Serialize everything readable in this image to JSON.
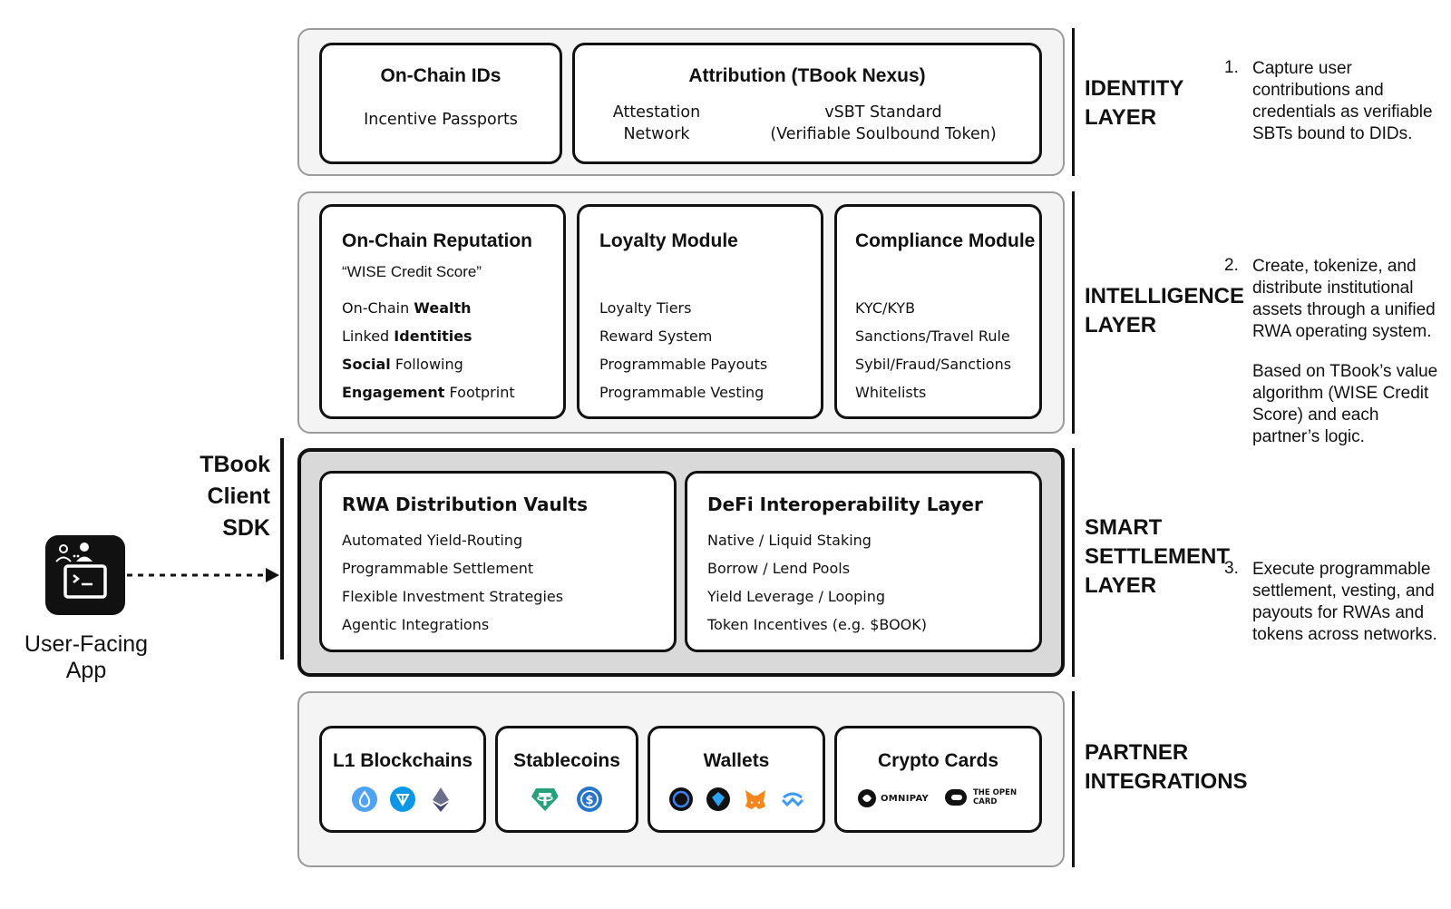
{
  "sdk": {
    "title_line1": "TBook",
    "title_line2": "Client SDK"
  },
  "app": {
    "label": "User-Facing App"
  },
  "identity": {
    "label_line1": "IDENTITY",
    "label_line2": "LAYER",
    "onchain_ids": {
      "title": "On-Chain IDs",
      "subtitle": "Incentive Passports"
    },
    "attribution": {
      "title": "Attribution (TBook Nexus)",
      "col1_line1": "Attestation",
      "col1_line2": "Network",
      "col2_line1": "vSBT Standard",
      "col2_line2": "(Verifiable Soulbound Token)"
    }
  },
  "intelligence": {
    "label_line1": "INTELLIGENCE",
    "label_line2": "LAYER",
    "reputation": {
      "title": "On-Chain Reputation",
      "subtitle": "“WISE Credit Score”",
      "items": [
        {
          "pre": "On-Chain ",
          "bold": "Wealth",
          "post": ""
        },
        {
          "pre": "Linked ",
          "bold": "Identities",
          "post": ""
        },
        {
          "pre": "",
          "bold": "Social",
          "post": " Following"
        },
        {
          "pre": "",
          "bold": "Engagement",
          "post": " Footprint"
        }
      ]
    },
    "loyalty": {
      "title": "Loyalty Module",
      "items": [
        "Loyalty Tiers",
        "Reward System",
        "Programmable Payouts",
        "Programmable Vesting"
      ]
    },
    "compliance": {
      "title": "Compliance Module",
      "items": [
        "KYC/KYB",
        "Sanctions/Travel Rule",
        "Sybil/Fraud/Sanctions",
        "Whitelists"
      ]
    }
  },
  "settlement": {
    "label_line1": "SMART",
    "label_line2": "SETTLEMENT",
    "label_line3": "LAYER",
    "rwa": {
      "title": "RWA Distribution Vaults",
      "items": [
        "Automated Yield-Routing",
        "Programmable Settlement",
        "Flexible Investment Strategies",
        "Agentic Integrations"
      ]
    },
    "defi": {
      "title": "DeFi Interoperability Layer",
      "items": [
        "Native / Liquid Staking",
        "Borrow / Lend Pools",
        "Yield Leverage / Looping",
        "Token Incentives (e.g. $BOOK)"
      ]
    }
  },
  "partners": {
    "label_line1": "PARTNER",
    "label_line2": "INTEGRATIONS",
    "l1": {
      "title": "L1 Blockchains",
      "icons": [
        "sui-icon",
        "ton-icon",
        "ethereum-icon"
      ]
    },
    "stablecoins": {
      "title": "Stablecoins",
      "icons": [
        "tether-icon",
        "usdc-icon"
      ]
    },
    "wallets": {
      "title": "Wallets",
      "icons": [
        "wallet-circle-icon",
        "ton-wallet-icon",
        "metamask-icon",
        "walletconnect-icon"
      ]
    },
    "cards": {
      "title": "Crypto Cards",
      "omnipay": "OMNIPAY",
      "opencard_line1": "THE OPEN",
      "opencard_line2": "CARD"
    }
  },
  "notes": {
    "n1_num": "1.",
    "n1_text": "Capture user contributions and credentials as verifiable SBTs bound to DIDs.",
    "n2_num": "2.",
    "n2_text": "Create, tokenize, and distribute institutional assets through a unified RWA operating system.",
    "n2_extra": "Based on TBook’s value algorithm (WISE Credit Score) and each partner’s logic.",
    "n3_num": "3.",
    "n3_text": "Execute programmable settlement, vesting, and payouts for RWAs and tokens across networks."
  }
}
